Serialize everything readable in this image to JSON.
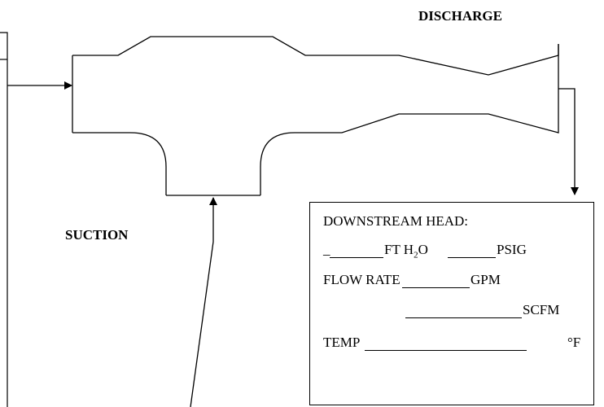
{
  "labels": {
    "discharge": "DISCHARGE",
    "suction": "SUCTION"
  },
  "downstream": {
    "title": "DOWNSTREAM HEAD:",
    "ft_prefix": "_",
    "ft_h2o": "FT H",
    "ft_h2o_sub": "2",
    "ft_h2o_suffix": "O",
    "psig": "PSIG",
    "flow_rate": "FLOW RATE",
    "gpm": "GPM",
    "scfm": "SCFM",
    "temp": "TEMP",
    "deg_f": "°F"
  }
}
